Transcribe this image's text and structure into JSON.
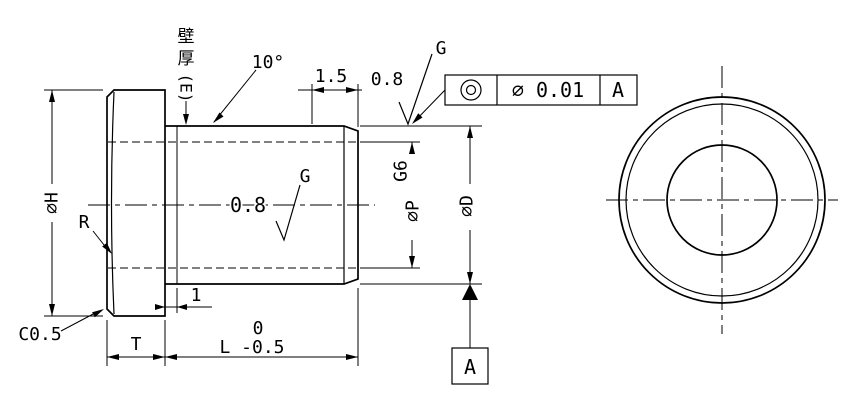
{
  "labels": {
    "wall_char1": "壁",
    "wall_char2": "厚",
    "wall_suffix": "(E)",
    "angle": "10°",
    "lead_length": "1.5",
    "od_roughness": "0.8",
    "od_method": "G",
    "bore_roughness": "0.8",
    "bore_method": "G",
    "dia_h": "⌀H",
    "radius": "R",
    "fit": "G6",
    "dia_p": "⌀P",
    "dia_d": "⌀D",
    "chamfer": "C0.5",
    "flange_thickness": "T",
    "groove_width": "1",
    "length_upper_tol": "0",
    "length": "L -0.5",
    "datum": "A"
  },
  "fcf": {
    "symbol": "concentricity",
    "tolerance": "⌀ 0.01",
    "datum": "A"
  },
  "colors": {
    "line": "#000000",
    "background": "#ffffff"
  }
}
